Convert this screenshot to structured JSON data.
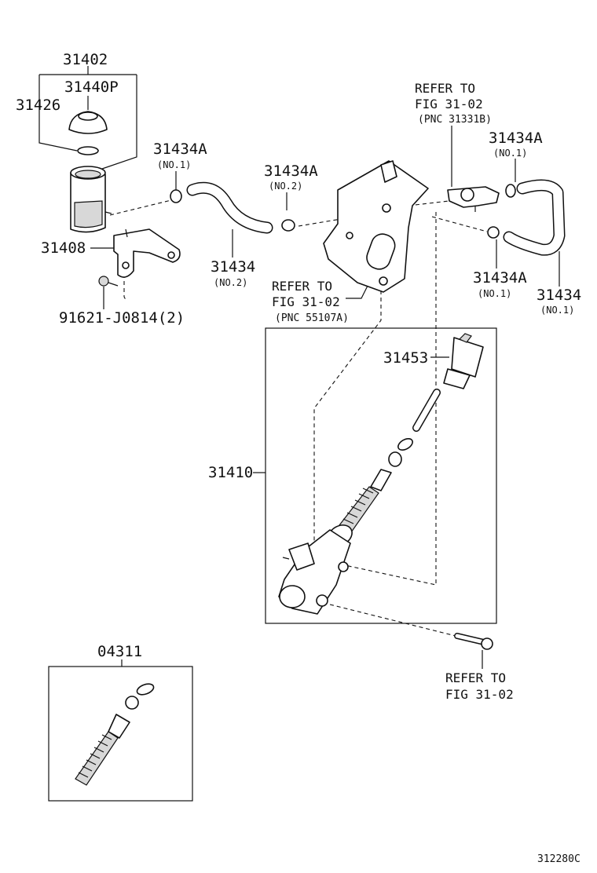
{
  "parts": {
    "p31402": "31402",
    "p31440p": "31440P",
    "p31426": "31426",
    "p31434a_1": "31434A",
    "p31434a_1_sub": "(NO.1)",
    "p31434a_2": "31434A",
    "p31434a_2_sub": "(NO.2)",
    "p31434a_3": "31434A",
    "p31434a_3_sub": "(NO.1)",
    "p31434a_4": "31434A",
    "p31434a_4_sub": "(NO.1)",
    "p31408": "31408",
    "p31434_2": "31434",
    "p31434_2_sub": "(NO.2)",
    "p31434_1": "31434",
    "p31434_1_sub": "(NO.1)",
    "p91621": "91621-J0814(2)",
    "p31453": "31453",
    "p31410": "31410",
    "p04311": "04311"
  },
  "refs": {
    "ref1_line1": "REFER TO",
    "ref1_line2": "FIG 31-02",
    "ref1_pnc": "(PNC 31331B)",
    "ref2_line1": "REFER TO",
    "ref2_line2": "FIG 31-02",
    "ref2_pnc": "(PNC 55107A)",
    "ref3_line1": "REFER TO",
    "ref3_line2": "FIG 31-02"
  },
  "diagram_code": "312280C",
  "icons": {
    "reservoir": "reservoir-tank-icon",
    "cap": "reservoir-cap-icon",
    "bracket": "reservoir-bracket-icon",
    "hose": "hose-icon",
    "clamp": "hose-clamp-icon",
    "pedal_bracket": "pedal-bracket-icon",
    "fitting": "union-fitting-icon",
    "master_cylinder": "clutch-master-cylinder-icon",
    "push_rod": "push-rod-icon",
    "bolt": "bolt-icon",
    "repair_kit": "repair-kit-icon"
  }
}
